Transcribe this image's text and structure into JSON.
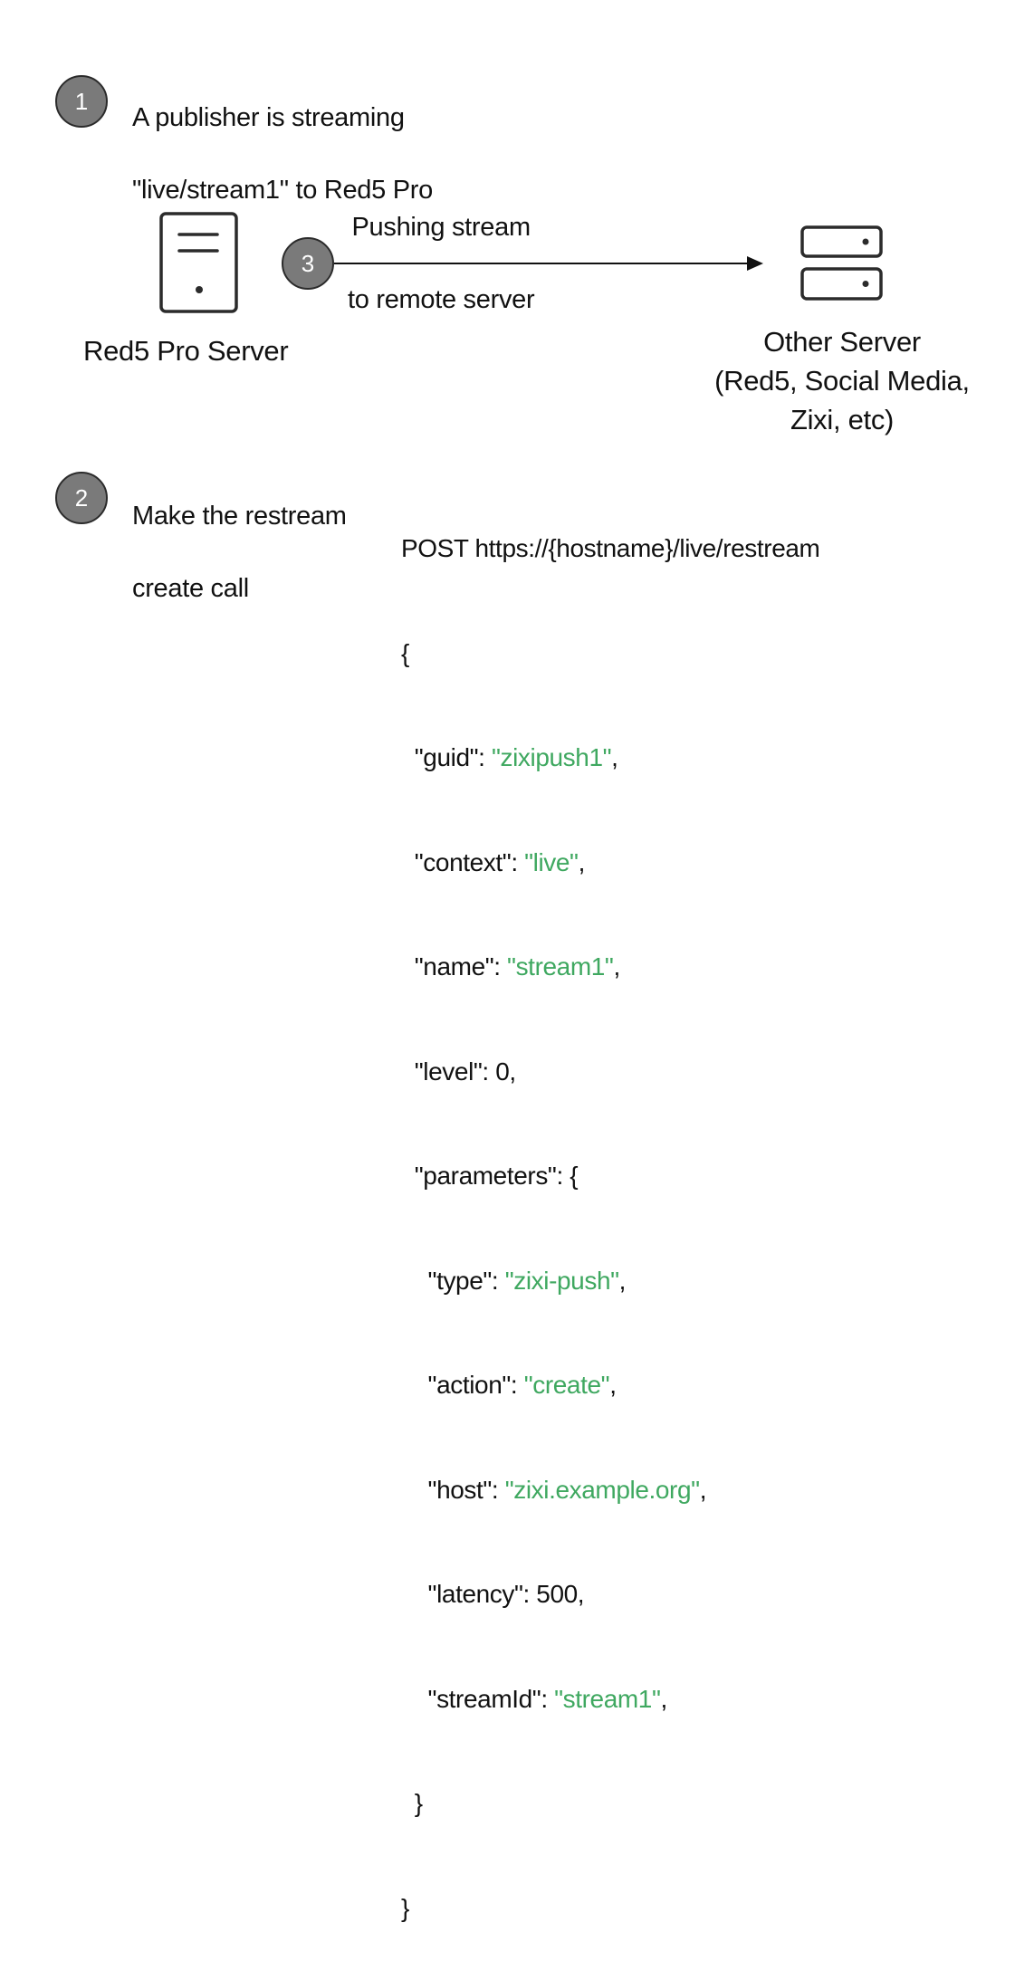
{
  "steps": [
    {
      "number": "1",
      "lines": [
        "A publisher is streaming",
        "\"live/stream1\" to Red5 Pro"
      ]
    },
    {
      "number": "2",
      "lines": [
        "Make the restream",
        "create call"
      ]
    },
    {
      "number": "3",
      "lines": [
        "Pushing stream",
        "to remote server"
      ]
    }
  ],
  "source_server": {
    "label": "Red5 Pro Server",
    "icon": "single-server-icon"
  },
  "target_server": {
    "lines": [
      "Other Server",
      "(Red5, Social Media,",
      "Zixi, etc)"
    ],
    "icon": "server-rack-icon"
  },
  "request": {
    "line": "POST https://{hostname}/live/restream",
    "open": "{",
    "fields": {
      "guid": {
        "key": "\"guid\": ",
        "value": "\"zixipush1\"",
        "suffix": ","
      },
      "context": {
        "key": "\"context\": ",
        "value": "\"live\"",
        "suffix": ","
      },
      "name": {
        "key": "\"name\": ",
        "value": "\"stream1\"",
        "suffix": ","
      },
      "level": {
        "text": "\"level\": 0,"
      },
      "parameters": {
        "text": "\"parameters\": {"
      }
    },
    "parameters": {
      "type": {
        "key": "\"type\": ",
        "value": "\"zixi-push\"",
        "suffix": ","
      },
      "action": {
        "key": "\"action\": ",
        "value": "\"create\"",
        "suffix": ","
      },
      "host": {
        "key": "\"host\": ",
        "value": "\"zixi.example.org\"",
        "suffix": ","
      },
      "latency": {
        "text": "\"latency\": 500,"
      },
      "streamId": {
        "key": "\"streamId\": ",
        "value": "\"stream1\"",
        "suffix": ","
      }
    },
    "inner_close": "}",
    "close": "}"
  },
  "colors": {
    "badge_fill": "#7a7a7a",
    "badge_stroke": "#2b2b2b",
    "string_value": "#3fa860",
    "text": "#111111"
  }
}
